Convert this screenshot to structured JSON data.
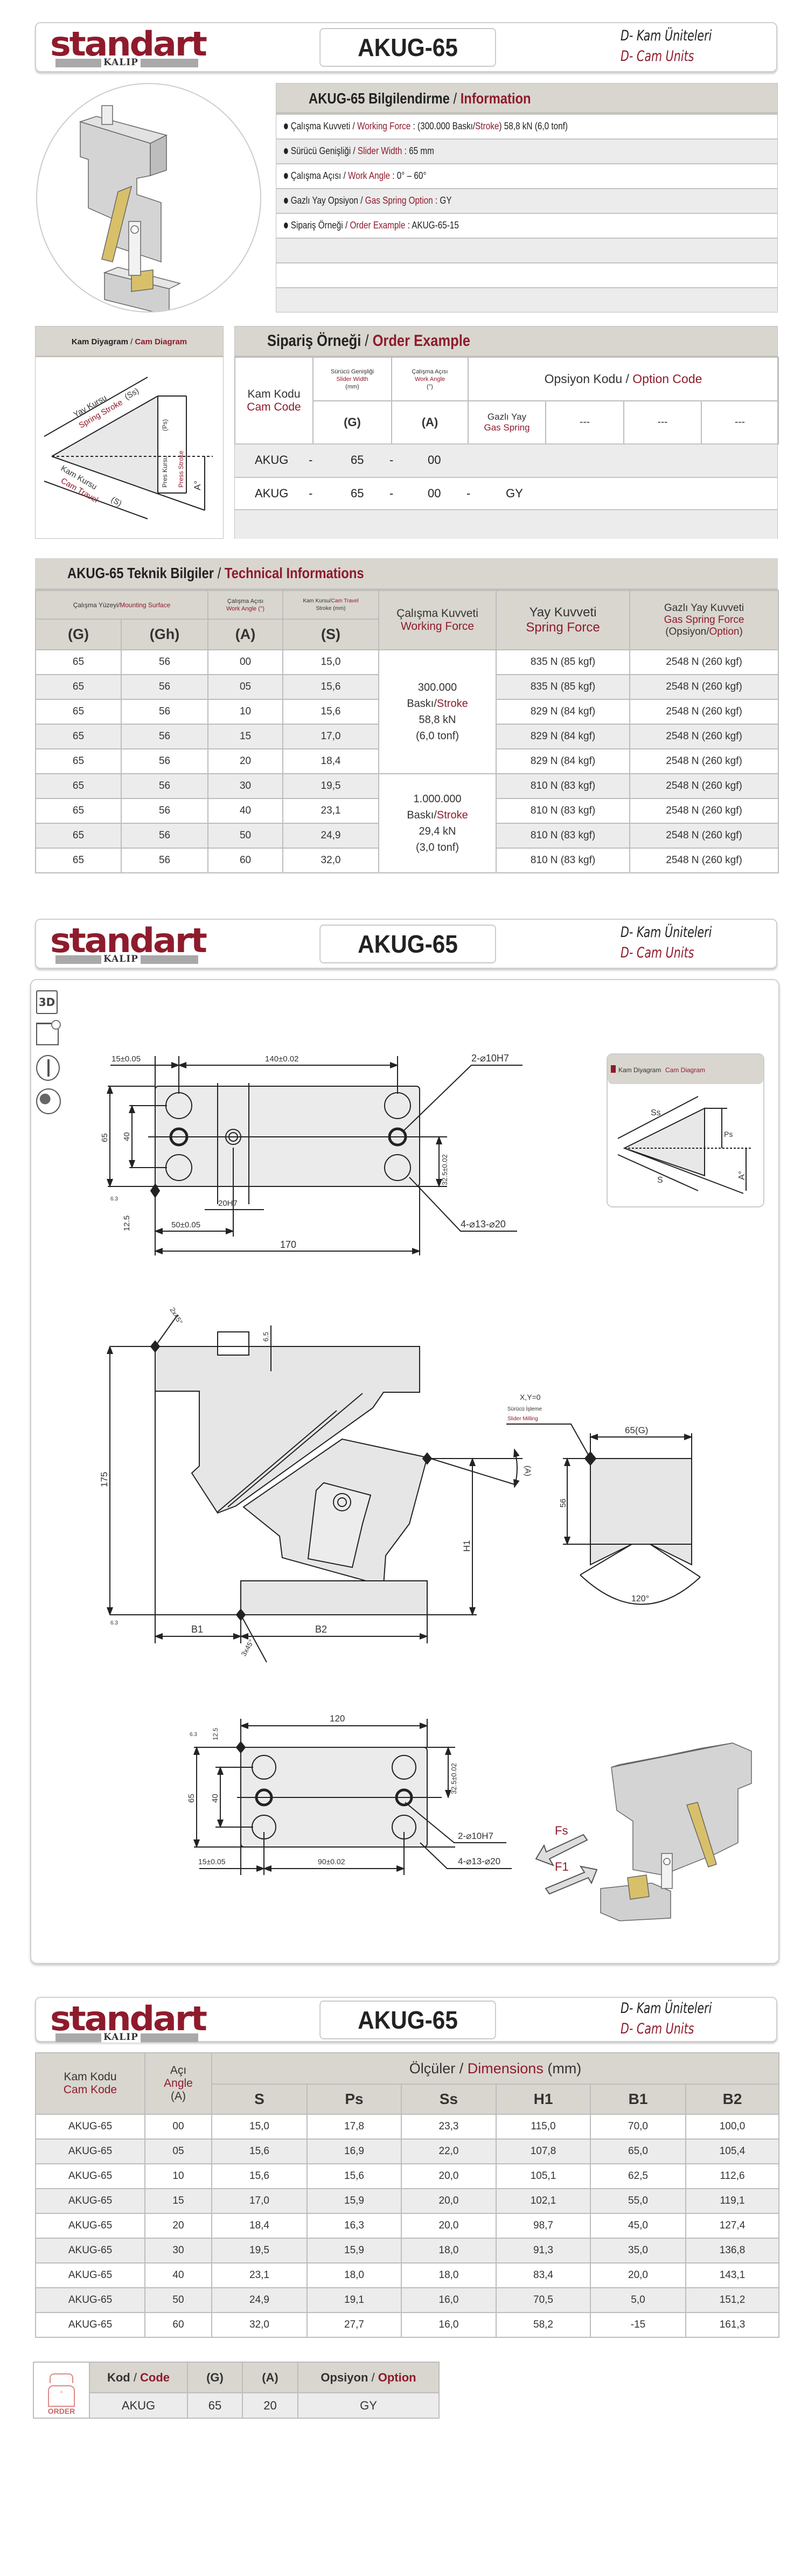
{
  "brand": {
    "logo_text": "standart",
    "logo_sub": "KALIP"
  },
  "header": {
    "model": "AKUG-65",
    "category_tr": "D- Kam Üniteleri",
    "category_en": "D- Cam Units"
  },
  "info": {
    "title_tr": "AKUG-65 Bilgilendirme",
    "sep": " / ",
    "title_en": "Information",
    "items": [
      {
        "tr": "Çalışma Kuvveti",
        "en": "Working Force",
        "value_a": " : (300.000 Baskı/",
        "value_red": "Stroke",
        "value_b": ") 58,8 kN (6,0 tonf)"
      },
      {
        "tr": "Sürücü Genişliği",
        "en": "Slider Width",
        "value_a": " : 65 mm",
        "value_red": "",
        "value_b": ""
      },
      {
        "tr": "Çalışma Açısı",
        "en": "Work Angle",
        "value_a": " : 0° – 60°",
        "value_red": "",
        "value_b": ""
      },
      {
        "tr": "Gazlı Yay Opsiyon",
        "en": "Gas Spring Option",
        "value_a": " : GY",
        "value_red": "",
        "value_b": ""
      },
      {
        "tr": "Sipariş Örneği",
        "en": "Order Example",
        "value_a": " : AKUG-65-15",
        "value_red": "",
        "value_b": ""
      }
    ]
  },
  "cam_diagram": {
    "title_tr": "Kam Diyagram",
    "sep": " / ",
    "title_en": "Cam Diagram",
    "spring_tr": "Yay Kursu",
    "spring_en": "Spring Stroke",
    "spring_sym": "(Ss)",
    "press_tr": "Pres Kursu",
    "press_sym": "(Ps)",
    "press_en": "Press Stroke",
    "cam_tr": "Kam Kursu",
    "cam_en": "Cam Travel",
    "cam_sym": "(S)",
    "angle": "A°",
    "mini_ss": "Ss",
    "mini_ps": "Ps",
    "mini_s": "S",
    "mini_a": "A°"
  },
  "order_example": {
    "title_tr": "Sipariş Örneği",
    "sep": " / ",
    "title_en": "Order  Example",
    "cam_code_tr": "Kam Kodu",
    "cam_code_en": "Cam Code",
    "slider_tr": "Sürücü Genişliği",
    "slider_en": "Slider Width",
    "slider_unit": "(mm)",
    "angle_tr": "Çalışma Açısı",
    "angle_en": "Work Angle",
    "angle_unit": "(°)",
    "option_tr": "Opsiyon Kodu",
    "option_en": "Option Code",
    "g": "(G)",
    "a": "(A)",
    "gas_tr": "Gazlı Yay",
    "gas_en": "Gas Spring",
    "placeholders": [
      "---",
      "---",
      "---"
    ],
    "rows": [
      [
        "AKUG",
        "-",
        "65",
        "-",
        "00",
        "",
        ""
      ],
      [
        "AKUG",
        "-",
        "65",
        "-",
        "00",
        "-",
        "GY"
      ]
    ]
  },
  "tech": {
    "title_tr": "AKUG-65 Teknik Bilgiler",
    "sep": " / ",
    "title_en": "Technical Informations",
    "mount_tr": "Çalışma Yüzeyi/",
    "mount_en": "Mounting Surface",
    "angle_tr": "Çalışma Açısı",
    "angle_en": "Work Angle (°)",
    "travel_tr": "Kam Kursu/",
    "travel_en": "Cam Travel",
    "travel_unit": "Stroke (mm)",
    "force_tr": "Çalışma Kuvveti",
    "force_en": "Working Force",
    "spring_tr": "Yay Kuvveti",
    "spring_en": "Spring Force",
    "gas_tr": "Gazlı Yay Kuvveti",
    "gas_en": "Gas Spring Force",
    "gas_opt_a": "(Opsiyon/",
    "gas_opt_red": "Option",
    "gas_opt_b": ")",
    "col_g": "(G)",
    "col_gh": "(Gh)",
    "col_a": "(A)",
    "col_s": "(S)",
    "force_groups": [
      {
        "rows": 5,
        "count": "300.000",
        "baski": "Baskı/",
        "stroke": "Stroke",
        "kn": "58,8 kN",
        "tonf": "(6,0 tonf)"
      },
      {
        "rows": 4,
        "count": "1.000.000",
        "baski": "Baskı/",
        "stroke": "Stroke",
        "kn": "29,4 kN",
        "tonf": "(3,0 tonf)"
      }
    ],
    "rows": [
      [
        "65",
        "56",
        "00",
        "15,0",
        "835 N (85 kgf)",
        "2548 N (260 kgf)"
      ],
      [
        "65",
        "56",
        "05",
        "15,6",
        "835 N (85 kgf)",
        "2548 N (260 kgf)"
      ],
      [
        "65",
        "56",
        "10",
        "15,6",
        "829 N (84 kgf)",
        "2548 N (260 kgf)"
      ],
      [
        "65",
        "56",
        "15",
        "17,0",
        "829 N (84 kgf)",
        "2548 N (260 kgf)"
      ],
      [
        "65",
        "56",
        "20",
        "18,4",
        "829 N (84 kgf)",
        "2548 N (260 kgf)"
      ],
      [
        "65",
        "56",
        "30",
        "19,5",
        "810 N (83 kgf)",
        "2548 N (260 kgf)"
      ],
      [
        "65",
        "56",
        "40",
        "23,1",
        "810 N (83 kgf)",
        "2548 N (260 kgf)"
      ],
      [
        "65",
        "56",
        "50",
        "24,9",
        "810 N (83 kgf)",
        "2548 N (260 kgf)"
      ],
      [
        "65",
        "56",
        "60",
        "32,0",
        "810 N (83 kgf)",
        "2548 N (260 kgf)"
      ]
    ]
  },
  "drawing": {
    "icons": [
      "3d-model-icon",
      "cad-drawing-icon",
      "tool-icon",
      "globe-icon"
    ],
    "icon_3d": "3D",
    "top": {
      "d15": "15±0.05",
      "d140": "140±0.02",
      "pin": "2-⌀10H7",
      "d65": "65",
      "d40": "40",
      "d32": "32.5±0.02",
      "d125": "12.5",
      "slot": "20H7",
      "d50": "50±0.05",
      "d170": "170",
      "holes": "4-⌀13-⌀20",
      "rough": "6.3"
    },
    "side": {
      "chamfer_top": "2x45°",
      "d65k": "6.5",
      "d175": "175",
      "h1": "H1",
      "a": "(A)",
      "xy": "X,Y=0",
      "milling_tr": "Sürücü İşleme",
      "milling_en": "Slider Milling",
      "g": "65(G)",
      "d56": "56",
      "angle120": "120°",
      "b1": "B1",
      "b2": "B2",
      "chamfer_bot": "3x45°",
      "rough": "6.3"
    },
    "bottom": {
      "d120": "120",
      "d65": "65",
      "d40": "40",
      "d125": "12.5",
      "d32": "32.5±0.02",
      "pin": "2-⌀10H7",
      "holes": "4-⌀13-⌀20",
      "d15": "15±0.05",
      "d90": "90±0.02",
      "rough": "6.3"
    },
    "force_s": "Fs",
    "force_1": "F1"
  },
  "dimensions": {
    "code_tr": "Kam Kodu",
    "code_en": "Cam Kode",
    "angle_tr": "Açı",
    "angle_en": "Angle",
    "angle_sym": "(A)",
    "title_tr": "Ölçüler",
    "sep": " / ",
    "title_en": "Dimensions",
    "unit": " (mm)",
    "cols": [
      "S",
      "Ps",
      "Ss",
      "H1",
      "B1",
      "B2"
    ],
    "rows": [
      [
        "AKUG-65",
        "00",
        "15,0",
        "17,8",
        "23,3",
        "115,0",
        "70,0",
        "100,0"
      ],
      [
        "AKUG-65",
        "05",
        "15,6",
        "16,9",
        "22,0",
        "107,8",
        "65,0",
        "105,4"
      ],
      [
        "AKUG-65",
        "10",
        "15,6",
        "15,6",
        "20,0",
        "105,1",
        "62,5",
        "112,6"
      ],
      [
        "AKUG-65",
        "15",
        "17,0",
        "15,9",
        "20,0",
        "102,1",
        "55,0",
        "119,1"
      ],
      [
        "AKUG-65",
        "20",
        "18,4",
        "16,3",
        "20,0",
        "98,7",
        "45,0",
        "127,4"
      ],
      [
        "AKUG-65",
        "30",
        "19,5",
        "15,9",
        "18,0",
        "91,3",
        "35,0",
        "136,8"
      ],
      [
        "AKUG-65",
        "40",
        "23,1",
        "18,0",
        "18,0",
        "83,4",
        "20,0",
        "143,1"
      ],
      [
        "AKUG-65",
        "50",
        "24,9",
        "19,1",
        "16,0",
        "70,5",
        "5,0",
        "151,2"
      ],
      [
        "AKUG-65",
        "60",
        "32,0",
        "27,7",
        "16,0",
        "58,2",
        "-15",
        "161,3"
      ]
    ]
  },
  "order_code": {
    "icon_label": "ORDER",
    "kod_tr": "Kod",
    "sep": " / ",
    "kod_en": "Code",
    "g": "(G)",
    "a": "(A)",
    "opt_tr": "Opsiyon",
    "opt_en": "Option",
    "values": {
      "code": "AKUG",
      "g": "65",
      "a": "20",
      "option": "GY"
    }
  },
  "colors": {
    "accent": "#8e1b2c",
    "header_gray": "#d9d6cf",
    "row_alt": "#ececec",
    "brass": "#d8c06a"
  }
}
